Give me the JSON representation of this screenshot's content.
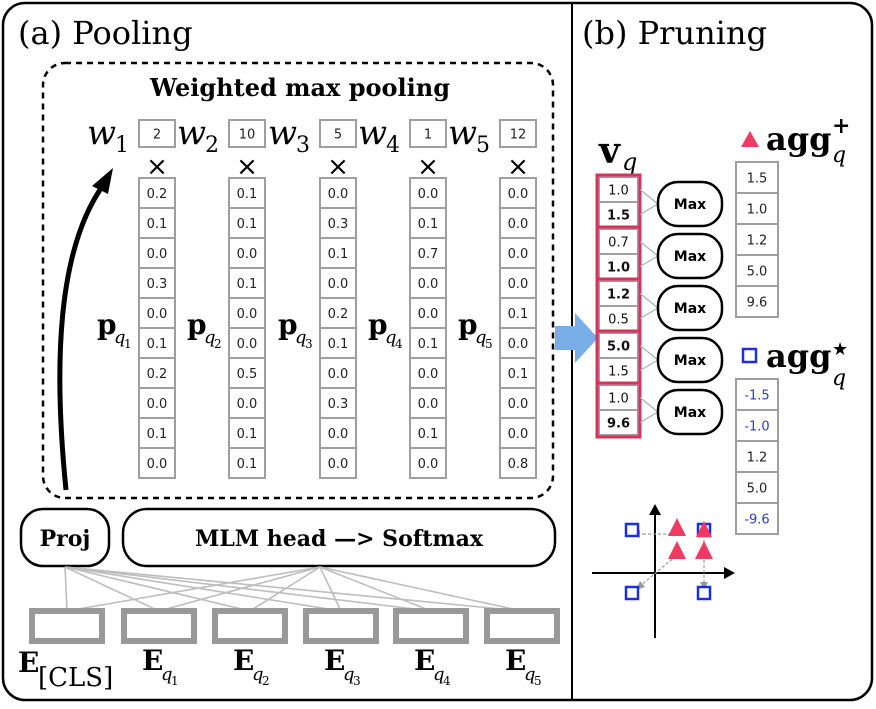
{
  "panel_a": {
    "title": "(a) Pooling",
    "section_title": "Weighted max pooling",
    "weights": [
      "2",
      "10",
      "5",
      "1",
      "12"
    ],
    "weight_labels": [
      {
        "base": "w",
        "sub": "1"
      },
      {
        "base": "w",
        "sub": "2"
      },
      {
        "base": "w",
        "sub": "3"
      },
      {
        "base": "w",
        "sub": "4"
      },
      {
        "base": "w",
        "sub": "5"
      }
    ],
    "times_symbol": "×",
    "columns": [
      [
        "0.2",
        "0.1",
        "0.0",
        "0.3",
        "0.0",
        "0.1",
        "0.2",
        "0.0",
        "0.1",
        "0.0"
      ],
      [
        "0.1",
        "0.1",
        "0.0",
        "0.1",
        "0.0",
        "0.0",
        "0.5",
        "0.0",
        "0.1",
        "0.1"
      ],
      [
        "0.0",
        "0.3",
        "0.1",
        "0.0",
        "0.2",
        "0.1",
        "0.0",
        "0.3",
        "0.0",
        "0.0"
      ],
      [
        "0.0",
        "0.1",
        "0.7",
        "0.0",
        "0.0",
        "0.1",
        "0.0",
        "0.0",
        "0.1",
        "0.0"
      ],
      [
        "0.0",
        "0.0",
        "0.0",
        "0.0",
        "0.1",
        "0.0",
        "0.1",
        "0.0",
        "0.0",
        "0.8"
      ]
    ],
    "p_labels": [
      {
        "base": "p",
        "sub": "q",
        "subsub": "1"
      },
      {
        "base": "p",
        "sub": "q",
        "subsub": "2"
      },
      {
        "base": "p",
        "sub": "q",
        "subsub": "3"
      },
      {
        "base": "p",
        "sub": "q",
        "subsub": "4"
      },
      {
        "base": "p",
        "sub": "q",
        "subsub": "5"
      }
    ],
    "proj_label": "Proj",
    "mlm_label": "MLM head —> Softmax",
    "embeddings": [
      {
        "base": "E",
        "sub": "[CLS]",
        "subsub": ""
      },
      {
        "base": "E",
        "sub": "q",
        "subsub": "1"
      },
      {
        "base": "E",
        "sub": "q",
        "subsub": "2"
      },
      {
        "base": "E",
        "sub": "q",
        "subsub": "3"
      },
      {
        "base": "E",
        "sub": "q",
        "subsub": "4"
      },
      {
        "base": "E",
        "sub": "q",
        "subsub": "5"
      }
    ]
  },
  "panel_b": {
    "title": "(b) Pruning",
    "vq_label": {
      "base": "v",
      "sub": "q"
    },
    "vq_groups": [
      {
        "values": [
          "1.0",
          "1.5"
        ],
        "bold_index": 1
      },
      {
        "values": [
          "0.7",
          "1.0"
        ],
        "bold_index": 1
      },
      {
        "values": [
          "1.2",
          "0.5"
        ],
        "bold_index": 0
      },
      {
        "values": [
          "5.0",
          "1.5"
        ],
        "bold_index": 0
      },
      {
        "values": [
          "1.0",
          "9.6"
        ],
        "bold_index": 1
      }
    ],
    "max_label": "Max",
    "agg_plus": {
      "base": "agg",
      "sup": "+",
      "sub": "q",
      "values": [
        "1.5",
        "1.0",
        "1.2",
        "5.0",
        "9.6"
      ]
    },
    "agg_star": {
      "base": "agg",
      "sup": "★",
      "sub": "q",
      "values": [
        {
          "text": "-1.5",
          "negative": true
        },
        {
          "text": "-1.0",
          "negative": true
        },
        {
          "text": "1.2",
          "negative": false
        },
        {
          "text": "5.0",
          "negative": false
        },
        {
          "text": "-9.6",
          "negative": true
        }
      ]
    }
  },
  "colors": {
    "border": "#000000",
    "cell_border": "#9e9e9e",
    "highlight_red": "#d8315b",
    "triangle_pink": "#ef3b62",
    "square_blue": "#1b2ee0",
    "negative_text": "#2b3bd8",
    "arrow_blue": "#78aee8",
    "grid_gray": "#bdbdbd"
  }
}
